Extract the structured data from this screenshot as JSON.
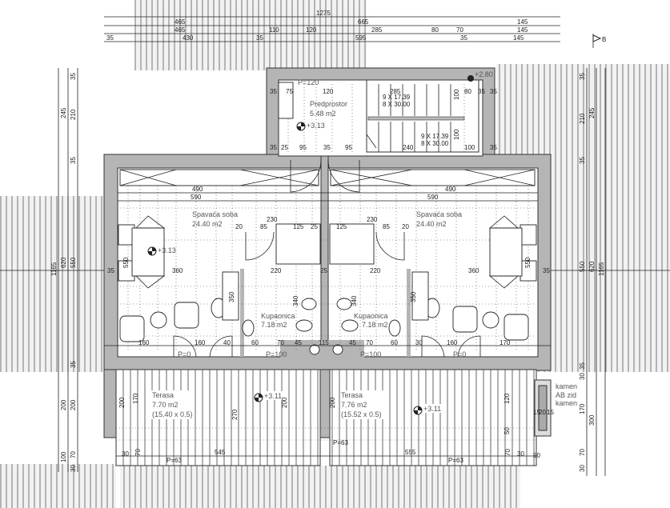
{
  "title_marker": "B",
  "rooms": {
    "entry": {
      "name": "Predprostor",
      "area": "5.48 m2",
      "level": "+3.13"
    },
    "bed_left": {
      "name": "Spavaća soba",
      "area": "24.40 m2",
      "level": "+3.13"
    },
    "bed_right": {
      "name": "Spavaća soba",
      "area": "24.40 m2"
    },
    "bath_left": {
      "name": "Kupaonica",
      "area": "7.18 m2"
    },
    "bath_right": {
      "name": "Kupaonica",
      "area": "7.18 m2"
    },
    "terrace_left": {
      "name": "Terasa",
      "area": "7.70 m2",
      "calc": "(15.40 x 0.5)",
      "level": "+3.11"
    },
    "terrace_right": {
      "name": "Terasa",
      "area": "7.76 m2",
      "calc": "(15.52 x 0.5)",
      "level": "+3.11"
    }
  },
  "stairs": {
    "up1": "9 X 17.39",
    "up1b": "8 X 30.00",
    "up2": "9 X 17.39",
    "up2b": "8 X 30.00",
    "level": "+2.80"
  },
  "sills": {
    "entry": "P=120",
    "bed_left": "P=0",
    "bath_left": "P=100",
    "bath_right": "P=100",
    "bed_right": "P=0",
    "ter_left": "P=63",
    "ter_mid": "P=63",
    "ter_right": "P=63"
  },
  "note": {
    "l1": "kamen",
    "l2": "AB zid",
    "l3": "kamen"
  },
  "dims_top": [
    "1275",
    "465",
    "665",
    "145",
    "465",
    "110",
    "120",
    "285",
    "80",
    "70",
    "145",
    "35",
    "430",
    "35",
    "595",
    "35",
    "145"
  ],
  "dims_entry": [
    "35",
    "75",
    "120",
    "285",
    "80",
    "35",
    "35",
    "35",
    "25",
    "95",
    "35",
    "95",
    "240",
    "100",
    "35",
    "100",
    "100"
  ],
  "dims_main": [
    "490",
    "590",
    "490",
    "590",
    "230",
    "230",
    "20",
    "85",
    "125",
    "25",
    "125",
    "85",
    "20",
    "360",
    "360",
    "35",
    "35",
    "550",
    "550",
    "350",
    "350",
    "340",
    "340",
    "220",
    "220",
    "25"
  ],
  "dims_bottom_row": [
    "160",
    "160",
    "40",
    "60",
    "70",
    "45",
    "115",
    "45",
    "70",
    "60",
    "30",
    "160",
    "170"
  ],
  "dims_terrace": [
    "545",
    "555",
    "200",
    "170",
    "270",
    "200",
    "200",
    "120",
    "50",
    "30",
    "30",
    "70",
    "70",
    "15",
    "20",
    "15",
    "50"
  ],
  "dims_left": [
    "245",
    "210",
    "35",
    "35",
    "1165",
    "620",
    "550",
    "35",
    "200",
    "200",
    "100",
    "70",
    "30"
  ],
  "dims_right": [
    "35",
    "210",
    "245",
    "35",
    "550",
    "620",
    "1165",
    "35",
    "30",
    "170",
    "300",
    "70",
    "30"
  ]
}
